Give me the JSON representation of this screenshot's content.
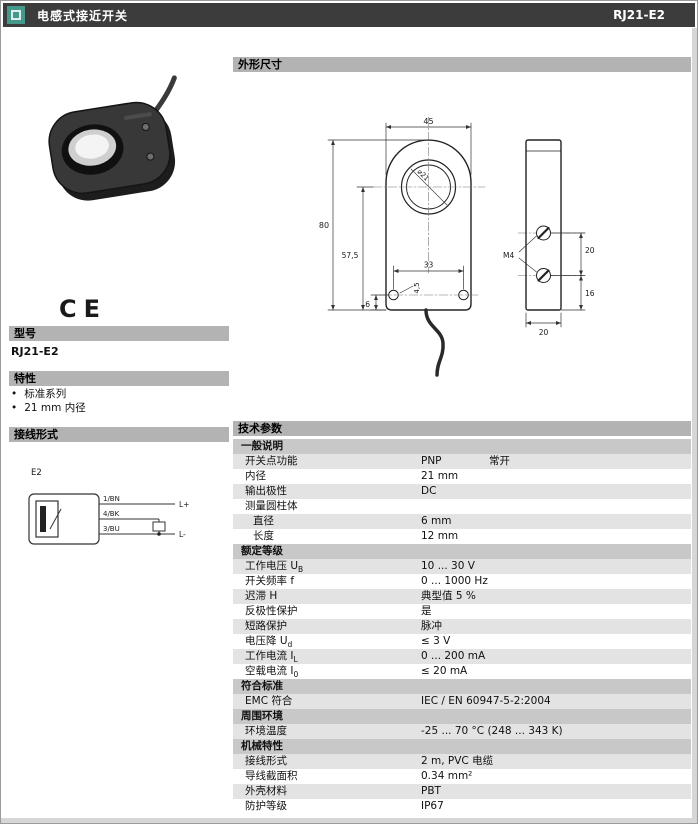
{
  "header": {
    "title": "电感式接近开关",
    "model": "RJ21-E2"
  },
  "sidebar": {
    "ce": "CE",
    "model": {
      "title": "型号",
      "value": "RJ21-E2"
    },
    "features": {
      "title": "特性",
      "items": [
        "标准系列",
        "21 mm 内径"
      ]
    },
    "connection": {
      "title": "接线形式",
      "variant": "E2",
      "pins": [
        "1/BN",
        "4/BK",
        "3/BU"
      ],
      "terminal_plus": "L+",
      "terminal_minus": "L-"
    }
  },
  "dimensions": {
    "title": "外形尺寸",
    "labels": {
      "width": "45",
      "height": "80",
      "center_height": "57,5",
      "hole_spacing": "33",
      "hole_dia": "4,5",
      "bottom_offset": "6",
      "inner_dia": "⌀21",
      "thread": "M4",
      "screw_spacing": "20",
      "screw_bottom": "16",
      "depth": "20"
    }
  },
  "tech": {
    "title": "技术参数",
    "sections": [
      {
        "title": "一般说明",
        "rows": [
          {
            "label": "开关点功能",
            "value": "PNP",
            "value2": "常开",
            "indent": 1,
            "shaded": true
          },
          {
            "label": "内径",
            "value": "21 mm",
            "indent": 1,
            "shaded": false
          },
          {
            "label": "输出极性",
            "value": "DC",
            "indent": 1,
            "shaded": true
          },
          {
            "label": "测量圆柱体",
            "value": "",
            "indent": 1,
            "shaded": false
          },
          {
            "label": "直径",
            "value": "6 mm",
            "indent": 2,
            "shaded": true
          },
          {
            "label": "长度",
            "value": "12 mm",
            "indent": 2,
            "shaded": false
          }
        ]
      },
      {
        "title": "额定等级",
        "rows": [
          {
            "label": "工作电压  U",
            "sub": "B",
            "value": "10 ... 30 V",
            "indent": 1,
            "shaded": true
          },
          {
            "label": "开关频率 f",
            "value": "0 ... 1000 Hz",
            "indent": 1,
            "shaded": false
          },
          {
            "label": "迟滞 H",
            "value": "典型值 5 %",
            "indent": 1,
            "shaded": true
          },
          {
            "label": "反极性保护",
            "value": "是",
            "indent": 1,
            "shaded": false
          },
          {
            "label": "短路保护",
            "value": "脉冲",
            "indent": 1,
            "shaded": true
          },
          {
            "label": "电压降  U",
            "sub": "d",
            "value": "≤ 3 V",
            "indent": 1,
            "shaded": false
          },
          {
            "label": "工作电流  I",
            "sub": "L",
            "value": "0 ... 200 mA",
            "indent": 1,
            "shaded": true
          },
          {
            "label": "空载电流 I",
            "sub": "0",
            "value": "≤ 20 mA",
            "indent": 1,
            "shaded": false
          }
        ]
      },
      {
        "title": "符合标准",
        "rows": [
          {
            "label": "EMC  符合",
            "value": "IEC / EN 60947-5-2:2004",
            "indent": 1,
            "shaded": true
          }
        ]
      },
      {
        "title": "周围环境",
        "rows": [
          {
            "label": "环境温度",
            "value": "-25 ... 70 °C (248 ... 343 K)",
            "indent": 1,
            "shaded": true
          }
        ]
      },
      {
        "title": "机械特性",
        "rows": [
          {
            "label": "接线形式",
            "value": "2 m, PVC 电缆",
            "indent": 1,
            "shaded": true
          },
          {
            "label": "导线截面积",
            "value": "0.34 mm²",
            "indent": 1,
            "shaded": false
          },
          {
            "label": "外壳材料",
            "value": "PBT",
            "indent": 1,
            "shaded": true
          },
          {
            "label": "防护等级",
            "value": "IP67",
            "indent": 1,
            "shaded": false
          }
        ]
      }
    ]
  },
  "colors": {
    "header_bg": "#3c3c3c",
    "accent_teal": "#44988c",
    "section_bar": "#b3b3b3",
    "table_section_bg": "#c8c8c8",
    "row_shade": "#e3e3e3"
  }
}
